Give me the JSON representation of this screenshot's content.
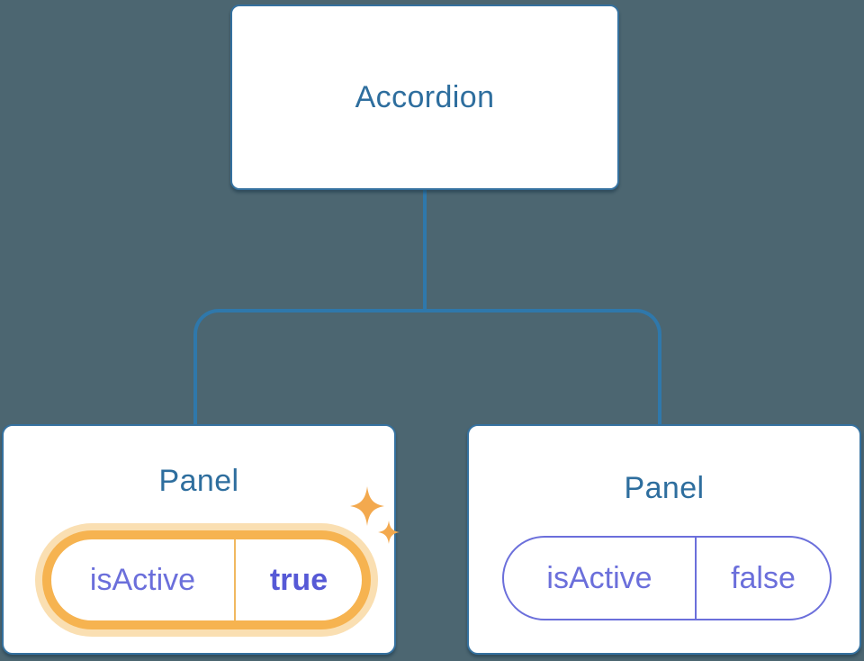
{
  "colors": {
    "background": "#4C6671",
    "node_border": "#35719F",
    "connector_line": "#2F78AB",
    "title_text": "#2E6E9E",
    "prop_text": "#6B6FDB",
    "active_value_text": "#5659D6",
    "active_highlight_border": "#F6B350",
    "active_highlight_halo": "#FADFB2",
    "sparkle": "#F3A94E"
  },
  "diagram": {
    "root": {
      "label": "Accordion"
    },
    "children": [
      {
        "title": "Panel",
        "state": {
          "name": "isActive",
          "value": "true"
        },
        "highlighted": true
      },
      {
        "title": "Panel",
        "state": {
          "name": "isActive",
          "value": "false"
        },
        "highlighted": false
      }
    ]
  }
}
